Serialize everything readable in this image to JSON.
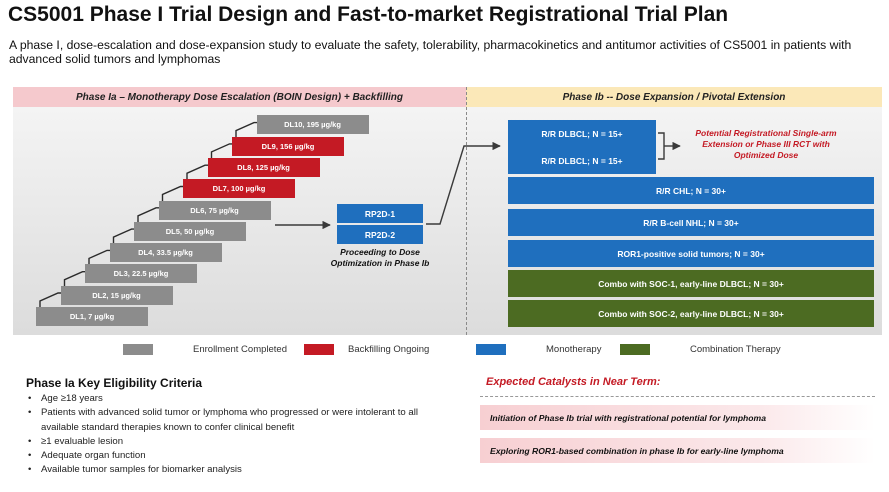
{
  "title": "CS5001 Phase I Trial Design and Fast-to-market Registrational Trial Plan",
  "subtitle": "A phase I, dose-escalation and dose-expansion study to evaluate the safety, tolerability, pharmacokinetics and antitumor activities of CS5001 in patients with advanced solid tumors and lymphomas",
  "phase_ia_header": "Phase Ia – Monotherapy Dose Escalation (BOIN Design) + Backfilling",
  "phase_ib_header": "Phase Ib -- Dose Expansion / Pivotal Extension",
  "dose_levels": [
    {
      "label": "DL1, 7 µg/kg",
      "status": "completed"
    },
    {
      "label": "DL2, 15 µg/kg",
      "status": "completed"
    },
    {
      "label": "DL3, 22.5 µg/kg",
      "status": "completed"
    },
    {
      "label": "DL4, 33.5 µg/kg",
      "status": "completed"
    },
    {
      "label": "DL5, 50 µg/kg",
      "status": "completed"
    },
    {
      "label": "DL6, 75 µg/kg",
      "status": "completed"
    },
    {
      "label": "DL7, 100 µg/kg",
      "status": "backfilling"
    },
    {
      "label": "DL8, 125 µg/kg",
      "status": "backfilling"
    },
    {
      "label": "DL9, 156 µg/kg",
      "status": "backfilling"
    },
    {
      "label": "DL10, 195 µg/kg",
      "status": "completed"
    }
  ],
  "rp2d": [
    "RP2D-1",
    "RP2D-2"
  ],
  "proceeding_text": "Proceeding to Dose Optimization in Phase Ib",
  "expansion_arms": [
    {
      "label": "R/R DLBCL; N = 15+",
      "type": "monotherapy"
    },
    {
      "label": "R/R DLBCL; N = 15+",
      "type": "monotherapy"
    },
    {
      "label": "R/R CHL; N = 30+",
      "type": "monotherapy"
    },
    {
      "label": "R/R B-cell NHL; N = 30+",
      "type": "monotherapy"
    },
    {
      "label": "ROR1-positive solid tumors; N = 30+",
      "type": "monotherapy"
    },
    {
      "label": "Combo with SOC-1, early-line DLBCL; N = 30+",
      "type": "combination"
    },
    {
      "label": "Combo with SOC-2, early-line DLBCL; N = 30+",
      "type": "combination"
    }
  ],
  "potential_text": "Potential Registrational Single-arm Extension or Phase III RCT with Optimized Dose",
  "legend": [
    {
      "label": "Enrollment Completed",
      "color": "#8c8c8c"
    },
    {
      "label": "Backfilling Ongoing",
      "color": "#c41a24"
    },
    {
      "label": "Monotherapy",
      "color": "#1f6fbe"
    },
    {
      "label": "Combination Therapy",
      "color": "#4c6b22"
    }
  ],
  "colors": {
    "completed": "#8c8c8c",
    "backfilling": "#c41a24",
    "monotherapy": "#1f6fbe",
    "combination": "#4c6b22",
    "accent": "#c41a24"
  },
  "criteria": {
    "title": "Phase Ia Key Eligibility Criteria",
    "items": [
      "Age ≥18 years",
      "Patients with advanced solid tumor or lymphoma who progressed or were intolerant to all available standard therapies known to confer clinical benefit",
      "≥1 evaluable lesion",
      "Adequate organ function",
      "Available tumor samples for biomarker analysis"
    ]
  },
  "catalysts": {
    "title": "Expected Catalysts in Near Term:",
    "items": [
      "Initiation of Phase Ib trial with registrational potential for lymphoma",
      "Exploring ROR1-based combination in phase Ib for early-line lymphoma"
    ]
  }
}
